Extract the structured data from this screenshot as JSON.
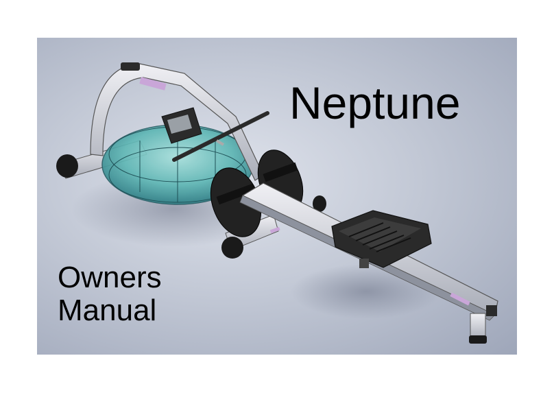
{
  "cover": {
    "title": "Neptune",
    "subtitle_line1": "Owners",
    "subtitle_line2": "Manual"
  },
  "colors": {
    "background_center": "#dfe3ec",
    "background_edge": "#9ea6b9",
    "frame_silver": "#d8d8de",
    "tank_teal": "#5fb7b5",
    "accent_purple": "#c9a6d8",
    "rubber_black": "#1a1a1a"
  },
  "illustration": {
    "subject": "rowing-machine-icon"
  }
}
